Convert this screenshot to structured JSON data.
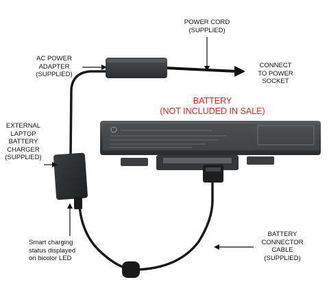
{
  "labels": {
    "power_cord": [
      "POWER CORD",
      "(SUPPLIED)"
    ],
    "ac_adapter": [
      "AC POWER",
      "ADAPTER",
      "(SUPPLIED)"
    ],
    "connect": [
      "CONNECT",
      "TO POWER",
      "SOCKET"
    ],
    "battery": [
      "BATTERY",
      "(NOT INCLUDED IN SALE)"
    ],
    "external_charger": [
      "EXTERNAL",
      "LAPTOP",
      "BATTERY",
      "CHARGER",
      "(SUPPLIED)"
    ],
    "smart_charging": [
      "Smart charging",
      "status displayed",
      "on bicolor LED"
    ],
    "battery_connector": [
      "BATTERY",
      "CONNECTOR",
      "CABLE",
      "(SUPPLIED)"
    ]
  },
  "colors": {
    "text": "#111111",
    "highlight": "#e0241b",
    "device_dark": "#2a2c2e",
    "battery_body": "#36393b",
    "cable": "#1a1a1a"
  }
}
